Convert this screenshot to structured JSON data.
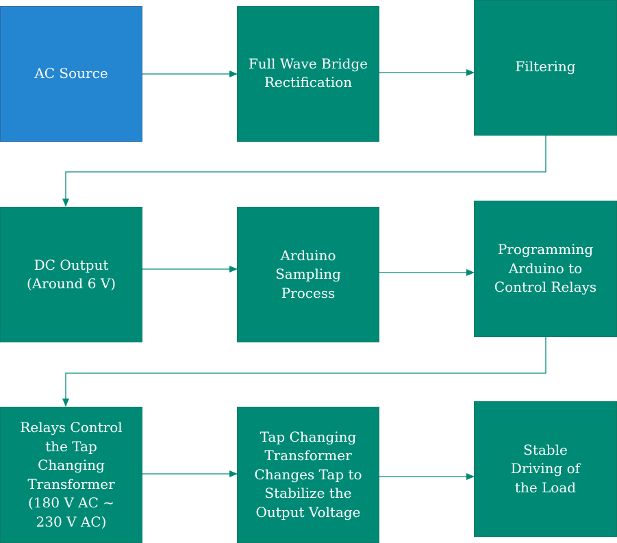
{
  "diagram": {
    "colors": {
      "source": "#2486d1",
      "process": "#008a76",
      "connector": "#008a76"
    },
    "nodes": {
      "ac_source": "AC Source",
      "rectification": "Full Wave Bridge\nRectification",
      "filtering": "Filtering",
      "dc_output": "DC Output\n(Around 6 V)",
      "sampling": "Arduino\nSampling\nProcess",
      "programming": "Programming\nArduino to\nControl Relays",
      "relays": "Relays Control\nthe Tap\nChanging\nTransformer\n(180 V AC ~\n230 V AC)",
      "tap_changing": "Tap  Changing\nTransformer\nChanges Tap to\nStabilize the\nOutput Voltage",
      "load": "Stable\nDriving of\nthe Load"
    }
  }
}
